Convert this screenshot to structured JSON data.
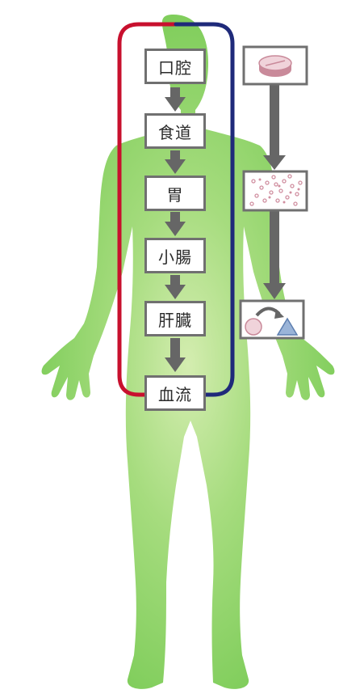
{
  "pathway": {
    "steps": [
      {
        "id": "mouth",
        "label": "口腔"
      },
      {
        "id": "esophagus",
        "label": "食道"
      },
      {
        "id": "stomach",
        "label": "胃"
      },
      {
        "id": "small-intestine",
        "label": "小腸"
      },
      {
        "id": "liver",
        "label": "肝臓"
      },
      {
        "id": "bloodstream",
        "label": "血流"
      }
    ]
  },
  "side_stages": [
    "tablet-icon",
    "dispersed-particles-icon",
    "metabolic-conversion-icon"
  ],
  "colors": {
    "body": "#7ccc58",
    "body_highlight": "#d4edb0",
    "loop_left": "#c8102e",
    "loop_right": "#1f2a7a",
    "arrow": "#666666",
    "box_border": "#707070"
  }
}
